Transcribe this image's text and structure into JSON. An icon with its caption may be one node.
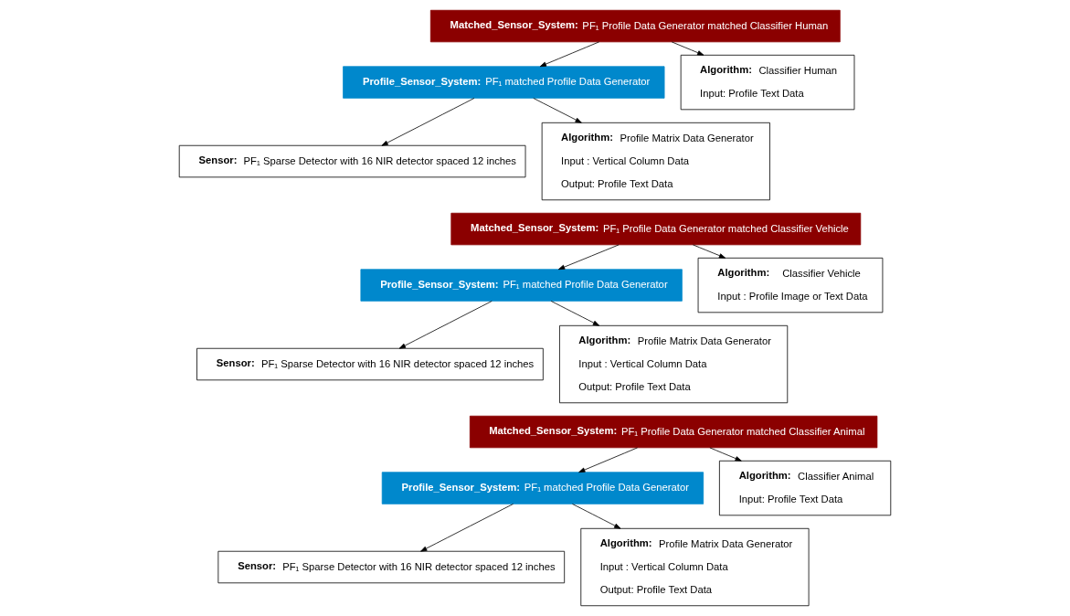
{
  "diagram": {
    "nodes": [
      {
        "text": [
          "**Matched_Sensor_System:** PF₁ Profile Data Generator matched Classifier Human"
        ]
      },
      {
        "text": [
          "**Profile_Sensor_System:** PF₁ matched Profile Data Generator"
        ]
      },
      {
        "text": [
          "**Algorithm:** Classifier Human",
          "Input: Profile Text Data"
        ]
      },
      {
        "text": [
          "**Sensor:** PF₁ Sparse Detector with 16 NIR detector spaced 12 inches"
        ]
      },
      {
        "text": [
          "**Algorithm:** Profile Matrix Data Generator",
          "Input : Vertical Column Data",
          "Output: Profile Text Data"
        ]
      },
      {
        "text": [
          "**Matched_Sensor_System:** PF₁ Profile Data Generator matched Classifier Vehicle"
        ]
      },
      {
        "text": [
          "**Profile_Sensor_System:** PF₁ matched Profile Data Generator"
        ]
      },
      {
        "text": [
          "**Algorithm:** Classifier Vehicle",
          "Input : Profile Image or Text Data"
        ]
      },
      {
        "text": [
          "**Sensor:** PF₁ Sparse Detector with 16 NIR detector spaced 12 inches"
        ]
      },
      {
        "text": [
          "**Algorithm:** Profile Matrix Data Generator",
          "Input : Vertical Column Data",
          "Output: Profile Text Data"
        ]
      },
      {
        "text": [
          "**Matched_Sensor_System:** PF₁ Profile Data Generator matched Classifier Animal"
        ]
      },
      {
        "text": [
          "**Profile_Sensor_System:** PF₁ matched Profile Data Generator"
        ]
      },
      {
        "text": [
          "**Algorithm:** Classifier Animal",
          "Input: Profile Text Data"
        ]
      },
      {
        "text": [
          "**Sensor:** PF₁ Sparse Detector with 16 NIR detector spaced 12 inches"
        ]
      },
      {
        "text": [
          "**Algorithm:** Profile Matrix Data Generator",
          "Input : Vertical Column Data",
          "Output: Profile Text Data"
        ]
      }
    ],
    "edges": [
      {
        "from": 0,
        "to": 1,
        "arrow": "to"
      },
      {
        "from": 0,
        "to": 2,
        "arrow": "to"
      },
      {
        "from": 1,
        "to": 3,
        "arrow": "to"
      },
      {
        "from": 1,
        "to": 4,
        "arrow": "to"
      },
      {
        "from": 5,
        "to": 6,
        "arrow": "to"
      },
      {
        "from": 5,
        "to": 7,
        "arrow": "to"
      },
      {
        "from": 6,
        "to": 8,
        "arrow": "to"
      },
      {
        "from": 6,
        "to": 9,
        "arrow": "to"
      },
      {
        "from": 10,
        "to": 11,
        "arrow": "to"
      },
      {
        "from": 10,
        "to": 12,
        "arrow": "to"
      },
      {
        "from": 11,
        "to": 13,
        "arrow": "to"
      },
      {
        "from": 11,
        "to": 14,
        "arrow": "to"
      }
    ]
  }
}
